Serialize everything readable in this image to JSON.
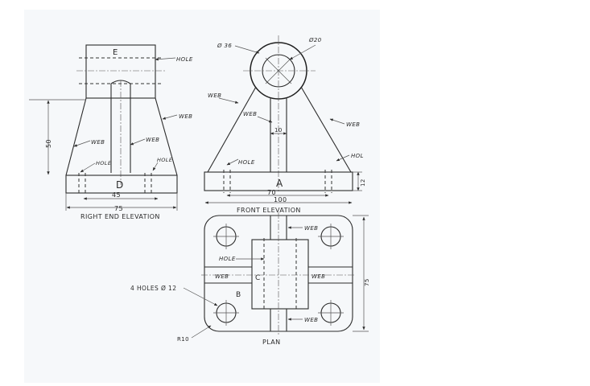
{
  "views": {
    "right_end": {
      "title": "RIGHT END ELEVATION",
      "letter_top": "E",
      "letter_base": "D",
      "dim_height": "50",
      "dim_inner": "45",
      "dim_outer": "75",
      "labels": {
        "hole_top": "HOLE",
        "web_right": "WEB",
        "web_left": "WEB",
        "web_mid": "WEB",
        "hole_left": "HOLE",
        "hole_right": "HOLE"
      }
    },
    "front": {
      "title": "FRONT ELEVATION",
      "dia_outer": "Ø 36",
      "dia_inner": "Ø20",
      "letter_base": "A",
      "dim_web": "10",
      "dim_70": "70",
      "dim_100": "100",
      "dim_12": "12",
      "labels": {
        "web_left": "WEB",
        "web_inner": "WEB",
        "web_right": "WEB",
        "hole_left": "HOLE",
        "hole_right": "HOL"
      }
    },
    "plan": {
      "title": "PLAN",
      "letter_b": "B",
      "letter_c": "C",
      "dim_75": "75",
      "holes_note": "4 HOLES Ø 12",
      "radius_note": "R10",
      "labels": {
        "web_top": "WEB",
        "hole": "HOLE",
        "web_left": "WEB",
        "web_right": "WEB",
        "web_bottom": "WEB"
      }
    }
  },
  "colors": {
    "paper": "#f6f8fa",
    "ink": "#2c2c2c"
  }
}
